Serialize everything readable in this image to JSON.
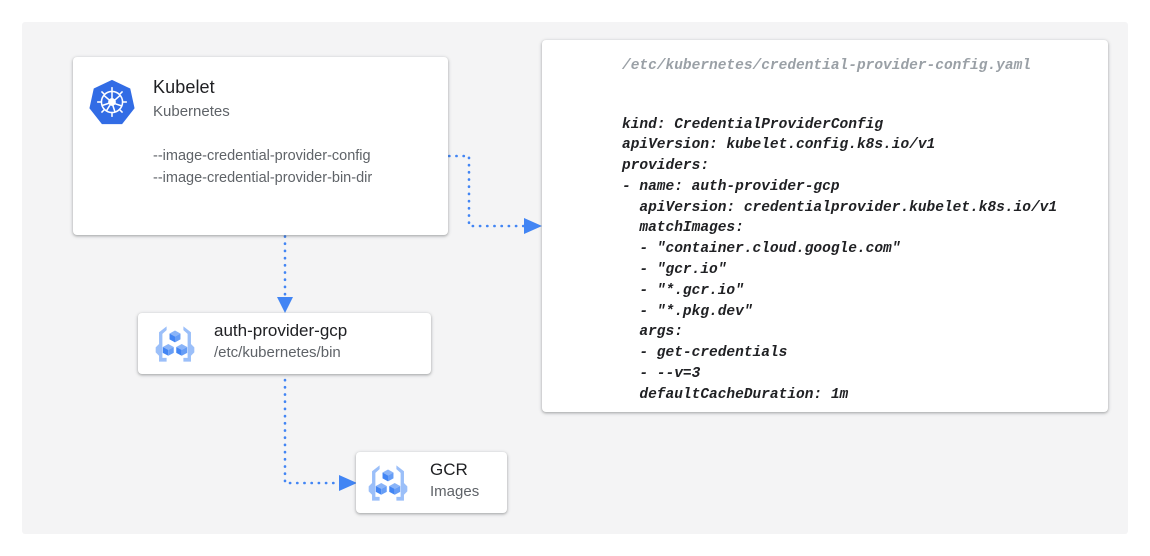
{
  "canvas": {
    "background_color": "#f4f4f5",
    "page_background_color": "#ffffff"
  },
  "accent_color": "#4285f4",
  "nodes": {
    "kubelet": {
      "icon": "kubernetes-logo-icon",
      "title": "Kubelet",
      "subtitle": "Kubernetes",
      "flags": [
        "--image-credential-provider-config",
        "--image-credential-provider-bin-dir"
      ]
    },
    "auth_provider": {
      "icon": "container-registry-icon",
      "title": "auth-provider-gcp",
      "subtitle": "/etc/kubernetes/bin"
    },
    "gcr": {
      "icon": "container-registry-icon",
      "title": "GCR",
      "subtitle": "Images"
    }
  },
  "yaml_panel": {
    "path": "/etc/kubernetes/credential-provider-config.yaml",
    "lines": [
      "kind: CredentialProviderConfig",
      "apiVersion: kubelet.config.k8s.io/v1",
      "providers:",
      "- name: auth-provider-gcp",
      "  apiVersion: credentialprovider.kubelet.k8s.io/v1",
      "  matchImages:",
      "  - \"container.cloud.google.com\"",
      "  - \"gcr.io\"",
      "  - \"*.gcr.io\"",
      "  - \"*.pkg.dev\"",
      "  args:",
      "  - get-credentials",
      "  - --v=3",
      "  defaultCacheDuration: 1m"
    ]
  },
  "connectors": [
    {
      "name": "kubelet-config-to-yaml",
      "from": "kubelet-flag-config",
      "to": "yaml-panel",
      "style": "dotted",
      "arrowhead": "right"
    },
    {
      "name": "kubelet-to-auth-provider",
      "from": "kubelet",
      "to": "auth-provider",
      "style": "dotted",
      "arrowhead": "down"
    },
    {
      "name": "auth-provider-to-gcr",
      "from": "auth-provider",
      "to": "gcr",
      "style": "dotted",
      "arrowhead": "right"
    }
  ]
}
